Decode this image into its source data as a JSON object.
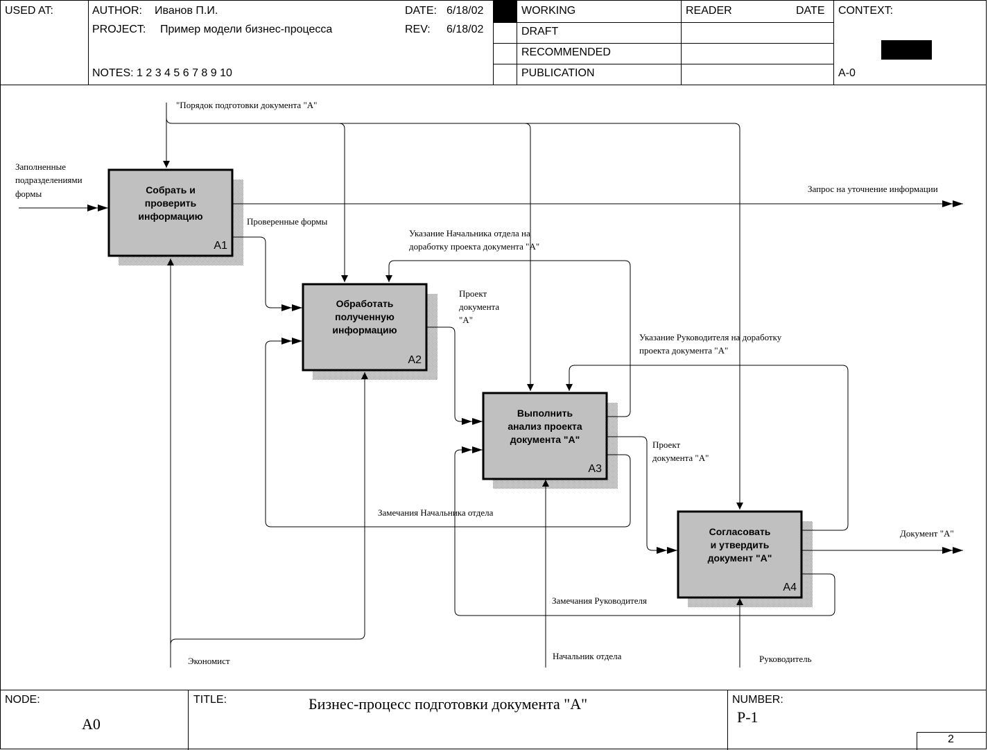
{
  "header": {
    "used_at": "USED AT:",
    "author_label": "AUTHOR:",
    "author": "Иванов П.И.",
    "project_label": "PROJECT:",
    "project": "Пример модели бизнес-процесса",
    "notes": "NOTES:  1  2  3  4  5  6  7  8  9  10",
    "date_label": "DATE:",
    "date": "6/18/02",
    "rev_label": "REV:",
    "rev": "6/18/02",
    "status": [
      "WORKING",
      "DRAFT",
      "RECOMMENDED",
      "PUBLICATION"
    ],
    "reader": "READER",
    "reader_date": "DATE",
    "context": "CONTEXT:",
    "context_node": "A-0"
  },
  "boxes": [
    {
      "lines": [
        "Собрать и",
        "проверить",
        "информацию"
      ],
      "num": "A1"
    },
    {
      "lines": [
        "Обработать",
        "полученную",
        "информацию"
      ],
      "num": "A2"
    },
    {
      "lines": [
        "Выполнить",
        "анализ проекта",
        "документа \"А\""
      ],
      "num": "A3"
    },
    {
      "lines": [
        "Согласовать",
        "и утвердить",
        "документ \"А\""
      ],
      "num": "A4"
    }
  ],
  "arrows": {
    "control_top": "\"Порядок подготовки документа \"А\"",
    "input_forms": [
      "Заполненные",
      "подразделениями",
      "формы"
    ],
    "request": "Запрос на уточнение информации",
    "checked_forms": "Проверенные формы",
    "head_dept_instruction": [
      "Указание Начальника отдела на",
      "доработку проекта документа \"А\""
    ],
    "draft_a2": [
      "Проект",
      "документа",
      "\"А\""
    ],
    "director_instruction": [
      "Указание Руководителя на доработку",
      "проекта документа \"А\""
    ],
    "draft_a3": [
      "Проект",
      "документа \"А\""
    ],
    "head_dept_remarks": "Замечания Начальника отдела",
    "document_out": "Документ \"А\"",
    "director_remarks": "Замечания Руководителя",
    "economist": "Экономист",
    "head_dept": "Начальник отдела",
    "director": "Руководитель"
  },
  "footer": {
    "node_label": "NODE:",
    "node": "A0",
    "title_label": "TITLE:",
    "title": "Бизнес-процесс  подготовки документа \"А\"",
    "number_label": "NUMBER:",
    "number": "P-1",
    "page": "2"
  }
}
